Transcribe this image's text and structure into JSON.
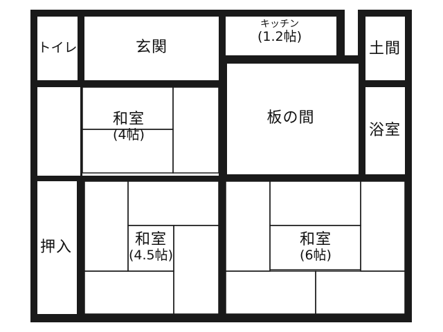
{
  "rooms": {
    "toilet": {
      "name": "トイレ"
    },
    "entrance": {
      "name": "玄関"
    },
    "kitchen": {
      "name": "キッチン",
      "size": "(1.2帖)"
    },
    "earth_floor": {
      "name": "土間"
    },
    "washitsu_a": {
      "name": "和室",
      "size": "(4帖)"
    },
    "wooden_room": {
      "name": "板の間"
    },
    "bathroom": {
      "name": "浴室"
    },
    "closet": {
      "name": "押入"
    },
    "washitsu_b": {
      "name": "和室",
      "size": "(4.5帖)"
    },
    "washitsu_c": {
      "name": "和室",
      "size": "(6帖)"
    }
  },
  "colors": {
    "wall": "#1a1a1a",
    "floor": "#ffffff"
  }
}
